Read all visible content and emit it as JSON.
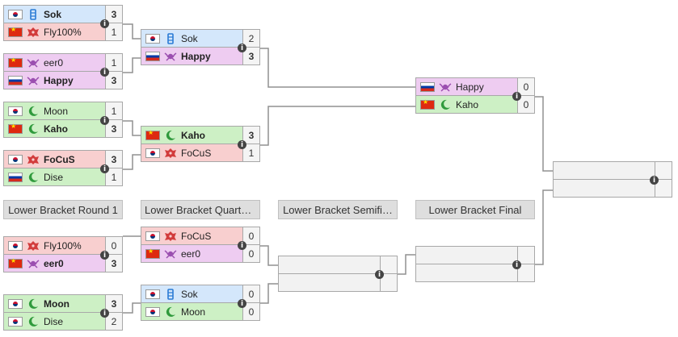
{
  "colors": {
    "human": "#d4e7fb",
    "undead": "#eeccf1",
    "nightelf": "#cdf0c5",
    "orc": "#f8cfcf"
  },
  "round_headers": [
    "Lower Bracket Round 1",
    "Lower Bracket Quarte…",
    "Lower Bracket Semifi…",
    "Lower Bracket Final"
  ],
  "info_glyph": "i",
  "upper_r1": [
    {
      "p1": {
        "flag": "kr",
        "race": "human",
        "name": "Sok",
        "score": "3",
        "win": true
      },
      "p2": {
        "flag": "cn",
        "race": "orc",
        "name": "Fly100%",
        "score": "1",
        "win": false
      }
    },
    {
      "p1": {
        "flag": "cn",
        "race": "undead",
        "name": "eer0",
        "score": "1",
        "win": false
      },
      "p2": {
        "flag": "ru",
        "race": "undead",
        "name": "Happy",
        "score": "3",
        "win": true
      }
    },
    {
      "p1": {
        "flag": "kr",
        "race": "nightelf",
        "name": "Moon",
        "score": "1",
        "win": false
      },
      "p2": {
        "flag": "cn",
        "race": "nightelf",
        "name": "Kaho",
        "score": "3",
        "win": true
      }
    },
    {
      "p1": {
        "flag": "kr",
        "race": "orc",
        "name": "FoCuS",
        "score": "3",
        "win": true
      },
      "p2": {
        "flag": "ru",
        "race": "nightelf",
        "name": "Dise",
        "score": "1",
        "win": false
      }
    }
  ],
  "upper_r2": [
    {
      "p1": {
        "flag": "kr",
        "race": "human",
        "name": "Sok",
        "score": "2",
        "win": false
      },
      "p2": {
        "flag": "ru",
        "race": "undead",
        "name": "Happy",
        "score": "3",
        "win": true
      }
    },
    {
      "p1": {
        "flag": "cn",
        "race": "nightelf",
        "name": "Kaho",
        "score": "3",
        "win": true
      },
      "p2": {
        "flag": "kr",
        "race": "orc",
        "name": "FoCuS",
        "score": "1",
        "win": false
      }
    }
  ],
  "upper_final": {
    "p1": {
      "flag": "ru",
      "race": "undead",
      "name": "Happy",
      "score": "0",
      "win": false
    },
    "p2": {
      "flag": "cn",
      "race": "nightelf",
      "name": "Kaho",
      "score": "0",
      "win": false
    }
  },
  "lower_r1": [
    {
      "p1": {
        "flag": "kr",
        "race": "orc",
        "name": "Fly100%",
        "score": "0",
        "win": false
      },
      "p2": {
        "flag": "cn",
        "race": "undead",
        "name": "eer0",
        "score": "3",
        "win": true
      }
    },
    {
      "p1": {
        "flag": "kr",
        "race": "nightelf",
        "name": "Moon",
        "score": "3",
        "win": true
      },
      "p2": {
        "flag": "kr",
        "race": "nightelf",
        "name": "Dise",
        "score": "2",
        "win": false
      }
    }
  ],
  "lower_qf": [
    {
      "p1": {
        "flag": "kr",
        "race": "orc",
        "name": "FoCuS",
        "score": "0",
        "win": false
      },
      "p2": {
        "flag": "cn",
        "race": "undead",
        "name": "eer0",
        "score": "0",
        "win": false
      }
    },
    {
      "p1": {
        "flag": "kr",
        "race": "human",
        "name": "Sok",
        "score": "0",
        "win": false
      },
      "p2": {
        "flag": "kr",
        "race": "nightelf",
        "name": "Moon",
        "score": "0",
        "win": false
      }
    }
  ]
}
